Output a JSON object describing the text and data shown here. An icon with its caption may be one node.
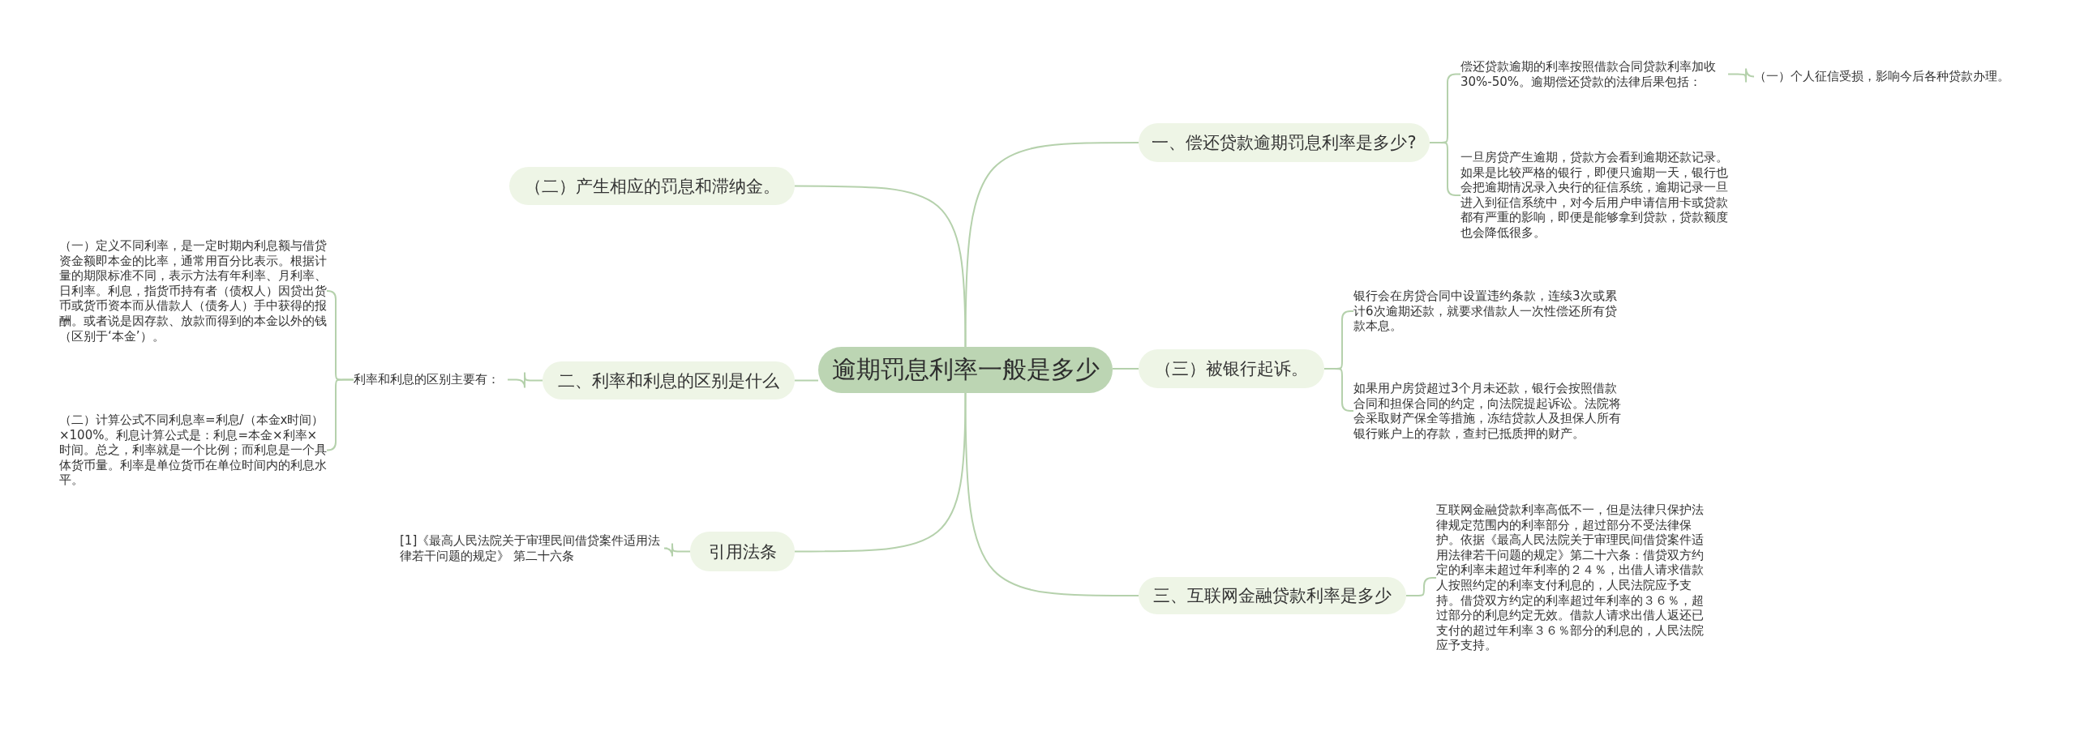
{
  "diagram": {
    "nodes": [
      {
        "text": [
          "逾期罚息利率一般是多少"
        ]
      },
      {
        "text": [
          "一、偿还贷款逾期罚息利率是多少?"
        ]
      },
      {
        "text": [
          "偿还贷款逾期的利率按照借款合同贷款利率加收30%-50%。逾期偿还贷款的法律后果包括："
        ]
      },
      {
        "text": [
          "（一）个人征信受损，影响今后各种贷款办理。"
        ]
      },
      {
        "text": [
          "一旦房贷产生逾期，贷款方会看到逾期还款记录。如果是比较严格的银行，即便只逾期一天，银行也会把逾期情况录入央行的征信系统，逾期记录一旦进入到征信系统中，对今后用户申请信用卡或贷款都有严重的影响，即便是能够拿到贷款，贷款额度也会降低很多。"
        ]
      },
      {
        "text": [
          "（三）被银行起诉。"
        ]
      },
      {
        "text": [
          "银行会在房贷合同中设置违约条款，连续3次或累计6次逾期还款，就要求借款人一次性偿还所有贷款本息。"
        ]
      },
      {
        "text": [
          "如果用户房贷超过3个月未还款，银行会按照借款合同和担保合同的约定，向法院提起诉讼。法院将会采取财产保全等措施，冻结贷款人及担保人所有银行账户上的存款，查封已抵质押的财产。"
        ]
      },
      {
        "text": [
          "三、互联网金融贷款利率是多少"
        ]
      },
      {
        "text": [
          "互联网金融贷款利率高低不一，但是法律只保护法律规定范围内的利率部分，超过部分不受法律保护。依据《最高人民法院关于审理民间借贷案件适用法律若干问题的规定》第二十六条：借贷双方约定的利率未超过年利率的２４％，出借人请求借款人按照约定的利率支付利息的，人民法院应予支持。借贷双方约定的利率超过年利率的３６％，超过部分的利息约定无效。借款人请求出借人返还已支付的超过年利率３６％部分的利息的，人民法院应予支持。"
        ]
      },
      {
        "text": [
          "（二）产生相应的罚息和滞纳金。"
        ]
      },
      {
        "text": [
          "二、利率和利息的区别是什么"
        ]
      },
      {
        "text": [
          "利率和利息的区别主要有："
        ]
      },
      {
        "text": [
          "（一）定义不同利率，是一定时期内利息额与借贷资金额即本金的比率，通常用百分比表示。根据计量的期限标准不同，表示方法有年利率、月利率、日利率。利息，指货币持有者（债权人）因贷出货币或货币资本而从借款人（债务人）手中获得的报酬。或者说是因存款、放款而得到的本金以外的钱（区别于‘本金’）。"
        ]
      },
      {
        "text": [
          "（二）计算公式不同利息率=利息/（本金x时间）×100%。利息计算公式是：利息=本金×利率×时间。总之，利率就是一个比例；而利息是一个具体货币量。利率是单位货币在单位时间内的利息水平。"
        ]
      },
      {
        "text": [
          "引用法条"
        ]
      },
      {
        "text": [
          "[1]《最高人民法院关于审理民间借贷案件适用法律若干问题的规定》 第二十六条"
        ]
      }
    ],
    "edges": [
      {
        "from": 0,
        "to": 1,
        "arrow": "none"
      },
      {
        "from": 1,
        "to": 2,
        "arrow": "none"
      },
      {
        "from": 2,
        "to": 3,
        "arrow": "none"
      },
      {
        "from": 1,
        "to": 4,
        "arrow": "none"
      },
      {
        "from": 0,
        "to": 5,
        "arrow": "none"
      },
      {
        "from": 5,
        "to": 6,
        "arrow": "none"
      },
      {
        "from": 5,
        "to": 7,
        "arrow": "none"
      },
      {
        "from": 0,
        "to": 8,
        "arrow": "none"
      },
      {
        "from": 8,
        "to": 9,
        "arrow": "none"
      },
      {
        "from": 0,
        "to": 10,
        "arrow": "none"
      },
      {
        "from": 0,
        "to": 11,
        "arrow": "none"
      },
      {
        "from": 11,
        "to": 12,
        "arrow": "none"
      },
      {
        "from": 12,
        "to": 13,
        "arrow": "none"
      },
      {
        "from": 12,
        "to": 14,
        "arrow": "none"
      },
      {
        "from": 0,
        "to": 15,
        "arrow": "none"
      },
      {
        "from": 15,
        "to": 16,
        "arrow": "none"
      }
    ]
  }
}
